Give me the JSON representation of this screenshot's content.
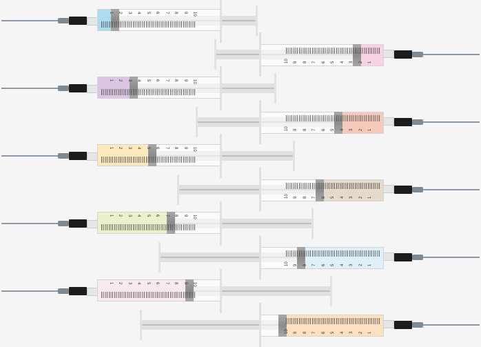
{
  "scale_labels": [
    "1",
    "2",
    "3",
    "4",
    "5",
    "6",
    "7",
    "8",
    "9",
    "10"
  ],
  "syringes": [
    {
      "side": "left",
      "fill_ml": 1,
      "color": "#4aafe2"
    },
    {
      "side": "right",
      "fill_ml": 2,
      "color": "#f29ac6"
    },
    {
      "side": "left",
      "fill_ml": 3,
      "color": "#ae80c0"
    },
    {
      "side": "right",
      "fill_ml": 4,
      "color": "#ec8a66"
    },
    {
      "side": "left",
      "fill_ml": 5,
      "color": "#f8cf70"
    },
    {
      "side": "right",
      "fill_ml": 6,
      "color": "#c6ab8c"
    },
    {
      "side": "left",
      "fill_ml": 7,
      "color": "#d0e28c"
    },
    {
      "side": "right",
      "fill_ml": 8,
      "color": "#b7def4"
    },
    {
      "side": "left",
      "fill_ml": 9,
      "color": "#f6cfe1"
    },
    {
      "side": "right",
      "fill_ml": 10,
      "color": "#f8bb74"
    }
  ]
}
